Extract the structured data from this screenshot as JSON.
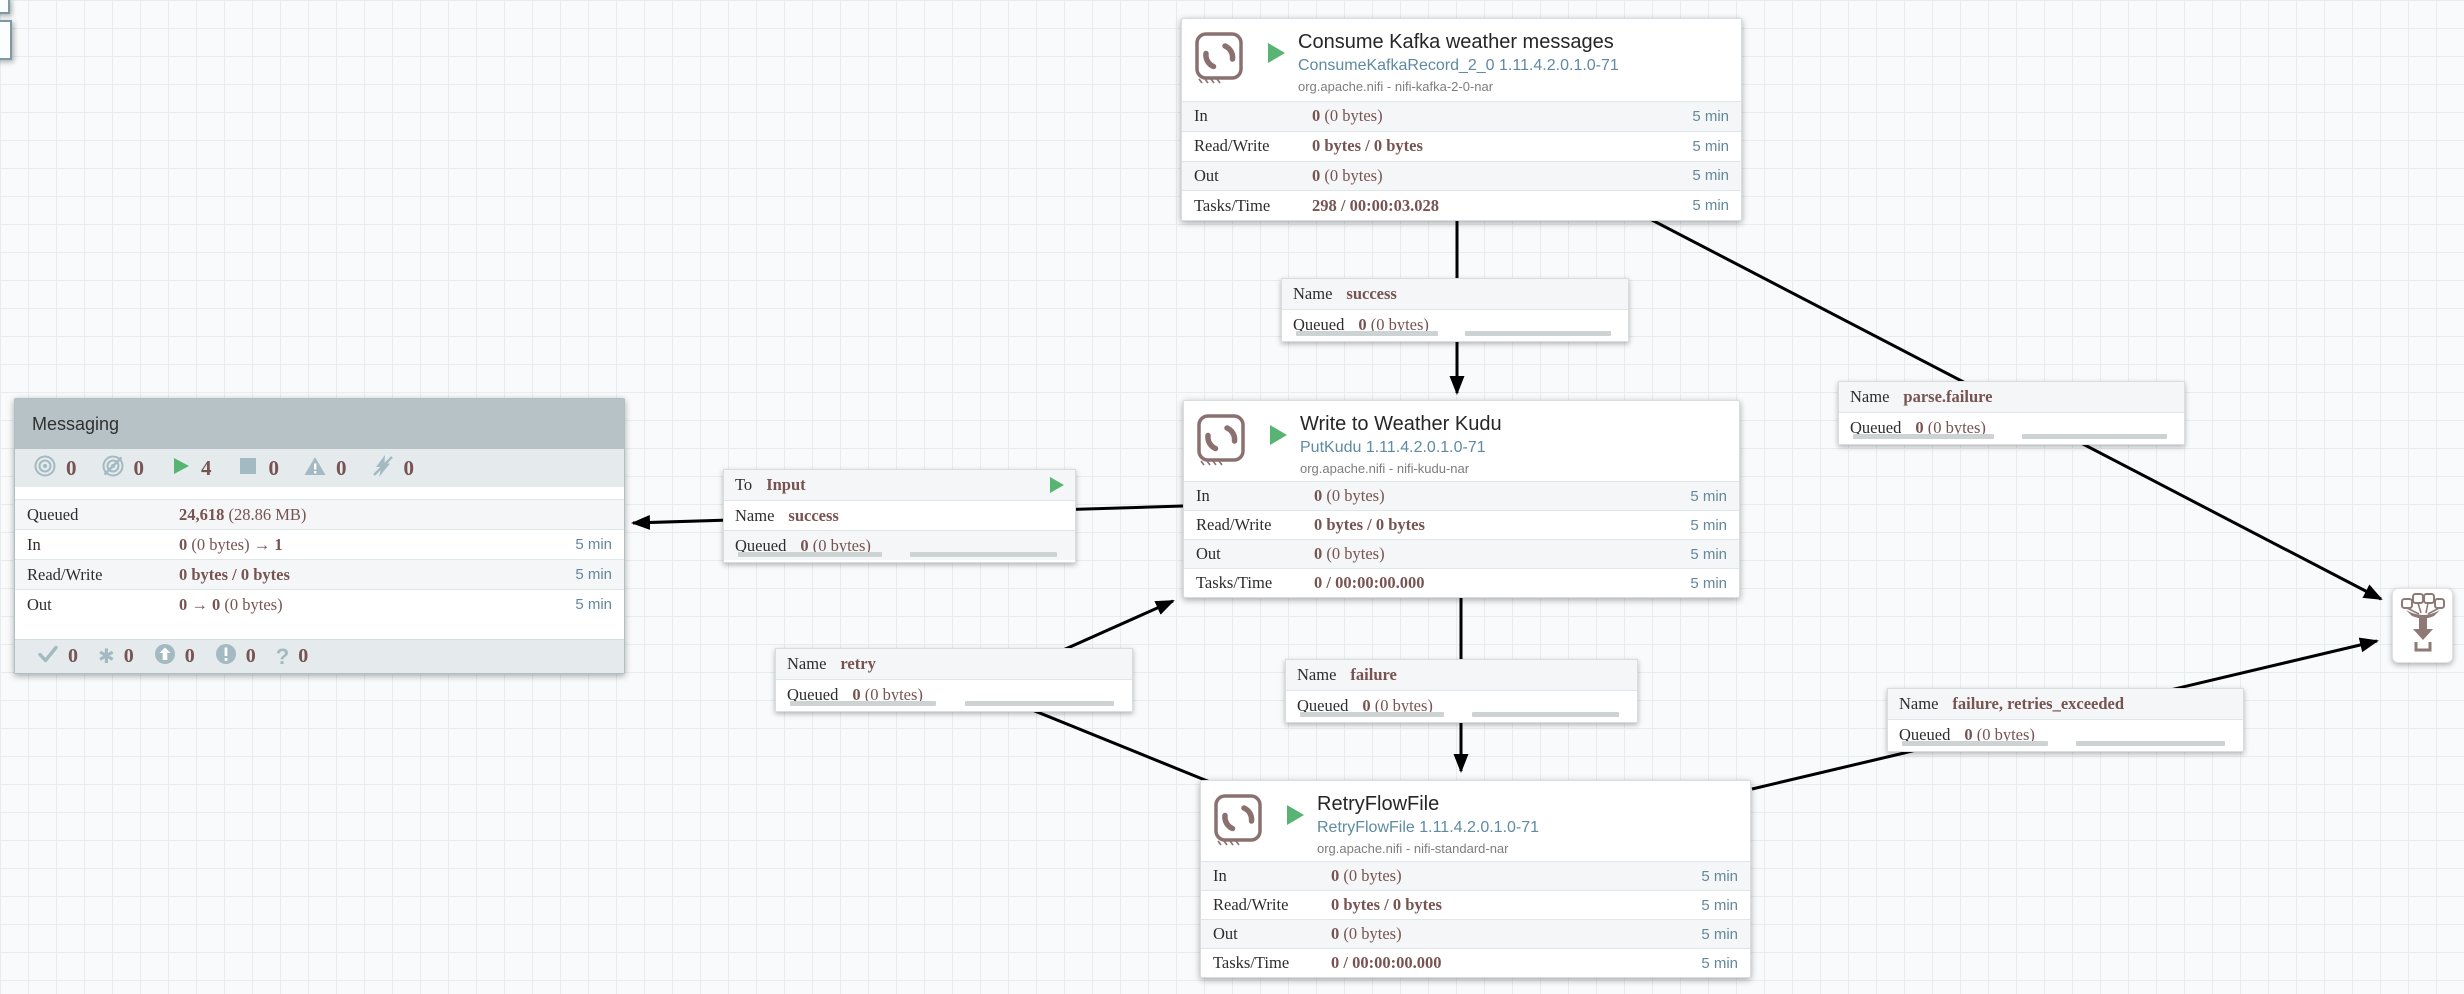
{
  "processors": [
    {
      "title": "Consume Kafka weather messages",
      "type": "ConsumeKafkaRecord_2_0 1.11.4.2.0.1.0-71",
      "bundle": "org.apache.nifi - nifi-kafka-2-0-nar",
      "status": "running",
      "rows": [
        {
          "label": "In",
          "b": "0",
          "r": "(0 bytes)",
          "window": "5 min"
        },
        {
          "label": "Read/Write",
          "b": "0 bytes / 0 bytes",
          "r": "",
          "window": "5 min"
        },
        {
          "label": "Out",
          "b": "0",
          "r": "(0 bytes)",
          "window": "5 min"
        },
        {
          "label": "Tasks/Time",
          "b": "298 / 00:00:03.028",
          "r": "",
          "window": "5 min"
        }
      ]
    },
    {
      "title": "Write to Weather Kudu",
      "type": "PutKudu 1.11.4.2.0.1.0-71",
      "bundle": "org.apache.nifi - nifi-kudu-nar",
      "status": "running",
      "rows": [
        {
          "label": "In",
          "b": "0",
          "r": "(0 bytes)",
          "window": "5 min"
        },
        {
          "label": "Read/Write",
          "b": "0 bytes / 0 bytes",
          "r": "",
          "window": "5 min"
        },
        {
          "label": "Out",
          "b": "0",
          "r": "(0 bytes)",
          "window": "5 min"
        },
        {
          "label": "Tasks/Time",
          "b": "0 / 00:00:00.000",
          "r": "",
          "window": "5 min"
        }
      ]
    },
    {
      "title": "RetryFlowFile",
      "type": "RetryFlowFile 1.11.4.2.0.1.0-71",
      "bundle": "org.apache.nifi - nifi-standard-nar",
      "status": "running",
      "rows": [
        {
          "label": "In",
          "b": "0",
          "r": "(0 bytes)",
          "window": "5 min"
        },
        {
          "label": "Read/Write",
          "b": "0 bytes / 0 bytes",
          "r": "",
          "window": "5 min"
        },
        {
          "label": "Out",
          "b": "0",
          "r": "(0 bytes)",
          "window": "5 min"
        },
        {
          "label": "Tasks/Time",
          "b": "0 / 00:00:00.000",
          "r": "",
          "window": "5 min"
        }
      ]
    }
  ],
  "group": {
    "title": "Messaging",
    "counters": {
      "transmitting": "0",
      "not_transmitting": "0",
      "running": "4",
      "stopped": "0",
      "warning": "0",
      "invalid": "0"
    },
    "rows": [
      {
        "label": "Queued",
        "b": "24,618",
        "r": "(28.86 MB)",
        "b2": "",
        "window": ""
      },
      {
        "label": "In",
        "b": "0",
        "r": "(0 bytes)",
        "b2": "→ 1",
        "window": "5 min"
      },
      {
        "label": "Read/Write",
        "b": "0 bytes / 0 bytes",
        "r": "",
        "b2": "",
        "window": "5 min"
      },
      {
        "label": "Out",
        "b": "0 → 0",
        "r": "(0 bytes)",
        "b2": "",
        "window": "5 min"
      }
    ],
    "versioned": {
      "up_to_date": "0",
      "locally_modified": "0",
      "stale": "0",
      "sync_failure": "0",
      "unversioned": "0"
    }
  },
  "connection_labels": [
    {
      "name_key": "Name",
      "name": "success",
      "queued_key": "Queued",
      "queued_b": "0",
      "queued_r": "(0 bytes)"
    },
    {
      "to_key": "To",
      "to": "Input",
      "name_key": "Name",
      "name": "success",
      "queued_key": "Queued",
      "queued_b": "0",
      "queued_r": "(0 bytes)"
    },
    {
      "name_key": "Name",
      "name": "parse.failure",
      "queued_key": "Queued",
      "queued_b": "0",
      "queued_r": "(0 bytes)"
    },
    {
      "name_key": "Name",
      "name": "retry",
      "queued_key": "Queued",
      "queued_b": "0",
      "queued_r": "(0 bytes)"
    },
    {
      "name_key": "Name",
      "name": "failure",
      "queued_key": "Queued",
      "queued_b": "0",
      "queued_r": "(0 bytes)"
    },
    {
      "name_key": "Name",
      "name": "failure, retries_exceeded",
      "queued_key": "Queued",
      "queued_b": "0",
      "queued_r": "(0 bytes)"
    }
  ],
  "colors": {
    "value_maroon": "#775351",
    "window_blue": "#64889b",
    "type_blue": "#5e8aa2",
    "running_green": "#57b473",
    "icon_gray": "#a3bac2",
    "group_header": "#b6c2c5",
    "component_brown": "#8a7170"
  }
}
